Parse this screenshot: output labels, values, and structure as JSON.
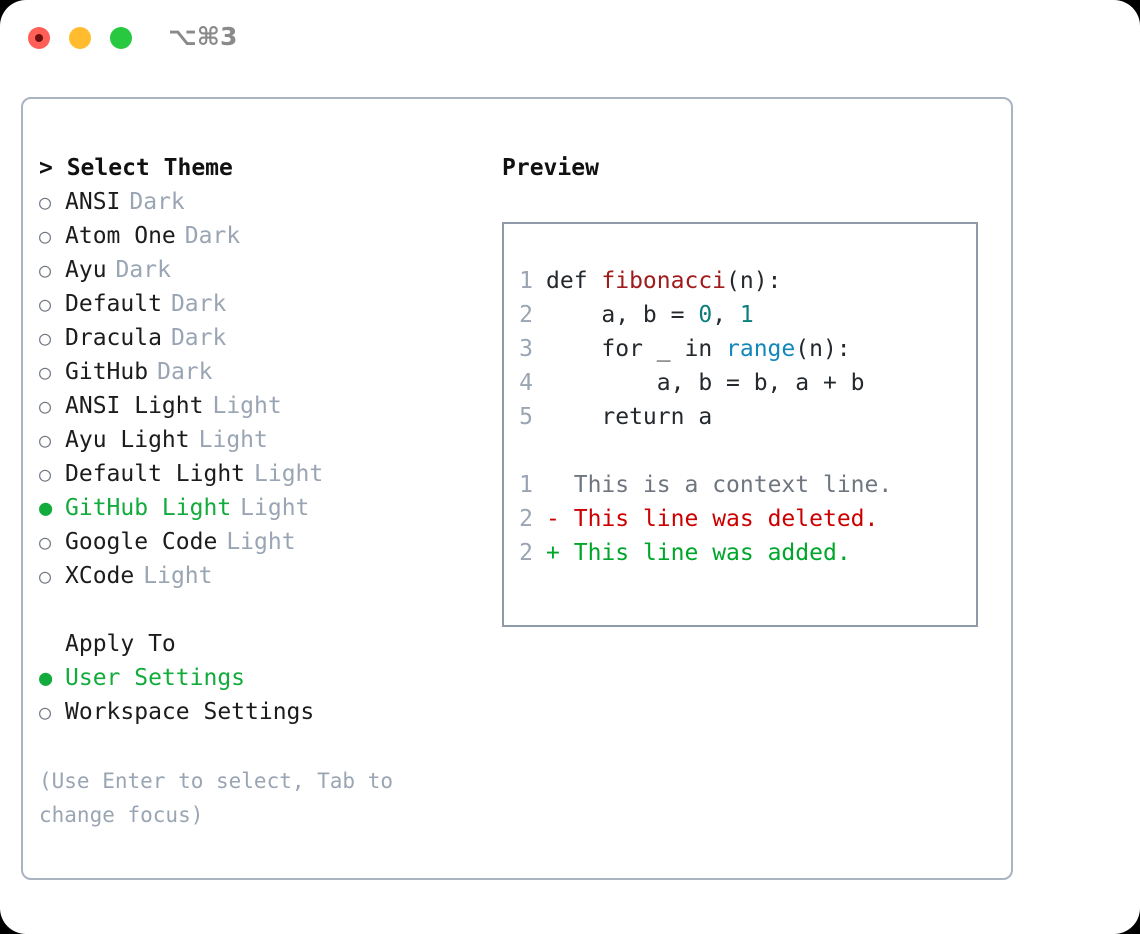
{
  "titlebar": {
    "shortcut": "⌥⌘3",
    "lights": [
      "close-red",
      "minimize-yellow",
      "maximize-green"
    ]
  },
  "theme_picker": {
    "header": "> Select Theme",
    "items": [
      {
        "marker": "○",
        "label": "ANSI",
        "tag": "Dark",
        "selected": false
      },
      {
        "marker": "○",
        "label": "Atom One",
        "tag": "Dark",
        "selected": false
      },
      {
        "marker": "○",
        "label": "Ayu",
        "tag": "Dark",
        "selected": false
      },
      {
        "marker": "○",
        "label": "Default",
        "tag": "Dark",
        "selected": false
      },
      {
        "marker": "○",
        "label": "Dracula",
        "tag": "Dark",
        "selected": false
      },
      {
        "marker": "○",
        "label": "GitHub",
        "tag": "Dark",
        "selected": false
      },
      {
        "marker": "○",
        "label": "ANSI Light",
        "tag": "Light",
        "selected": false
      },
      {
        "marker": "○",
        "label": "Ayu Light",
        "tag": "Light",
        "selected": false
      },
      {
        "marker": "○",
        "label": "Default Light",
        "tag": "Light",
        "selected": false
      },
      {
        "marker": "●",
        "label": "GitHub Light",
        "tag": "Light",
        "selected": true
      },
      {
        "marker": "○",
        "label": "Google Code",
        "tag": "Light",
        "selected": false
      },
      {
        "marker": "○",
        "label": "XCode",
        "tag": "Light",
        "selected": false
      }
    ]
  },
  "apply_to": {
    "header": "Apply To",
    "items": [
      {
        "marker": "●",
        "label": "User Settings",
        "selected": true
      },
      {
        "marker": "○",
        "label": "Workspace Settings",
        "selected": false
      }
    ]
  },
  "hint": "(Use Enter to select, Tab to change focus)",
  "preview": {
    "title": "Preview",
    "code_lines": [
      {
        "num": "1",
        "segments": [
          {
            "text": "def ",
            "kind": "plain"
          },
          {
            "text": "fibonacci",
            "kind": "func"
          },
          {
            "text": "(n):",
            "kind": "plain"
          }
        ]
      },
      {
        "num": "2",
        "segments": [
          {
            "text": "    a, b = ",
            "kind": "plain"
          },
          {
            "text": "0",
            "kind": "num"
          },
          {
            "text": ", ",
            "kind": "plain"
          },
          {
            "text": "1",
            "kind": "num"
          }
        ]
      },
      {
        "num": "3",
        "segments": [
          {
            "text": "    for _ in ",
            "kind": "plain"
          },
          {
            "text": "range",
            "kind": "builtin"
          },
          {
            "text": "(n):",
            "kind": "plain"
          }
        ]
      },
      {
        "num": "4",
        "segments": [
          {
            "text": "        a, b = b, a + b",
            "kind": "plain"
          }
        ]
      },
      {
        "num": "5",
        "segments": [
          {
            "text": "    return a",
            "kind": "plain"
          }
        ]
      }
    ],
    "diff_lines": [
      {
        "num": "1",
        "sign": " ",
        "text": "This is a context line.",
        "kind": "context"
      },
      {
        "num": "2",
        "sign": "-",
        "text": "This line was deleted.",
        "kind": "deleted"
      },
      {
        "num": "2",
        "sign": "+",
        "text": "This line was added.",
        "kind": "added"
      }
    ]
  },
  "colors": {
    "accent_green": "#12ab3c",
    "muted": "#9aa5b4",
    "border": "#aab4c0",
    "preview_border": "#8e9aa8",
    "func_red": "#a01b1b",
    "builtin_blue": "#1287b8",
    "number_teal": "#0e7d7d",
    "diff_delete": "#cc0000",
    "diff_add": "#00a62a",
    "light_red": "#ff5f57",
    "light_yellow": "#febc2e",
    "light_green": "#28c840"
  }
}
